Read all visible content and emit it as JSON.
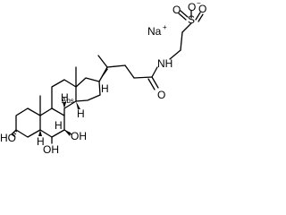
{
  "molecule": {
    "counterion": "Na",
    "counterion_charge": "+",
    "sulfonate": {
      "oxygen_minus": "O",
      "minus_sign": "−",
      "sulfur": "S",
      "oxygen_double_a": "O",
      "oxygen_double_b": "O"
    },
    "amide": {
      "nh": "NH",
      "carbonyl_oxygen": "O"
    },
    "hydroxyls": {
      "c3": "HO",
      "c6": "OH",
      "c7": "OH"
    },
    "stereo_hydrogens": {
      "c5": "H",
      "c8": "H",
      "c9": "H",
      "c14": "H",
      "c17": "H"
    },
    "abs_label": "Abs"
  },
  "colors": {
    "ink": "#000000",
    "background": "#ffffff"
  }
}
